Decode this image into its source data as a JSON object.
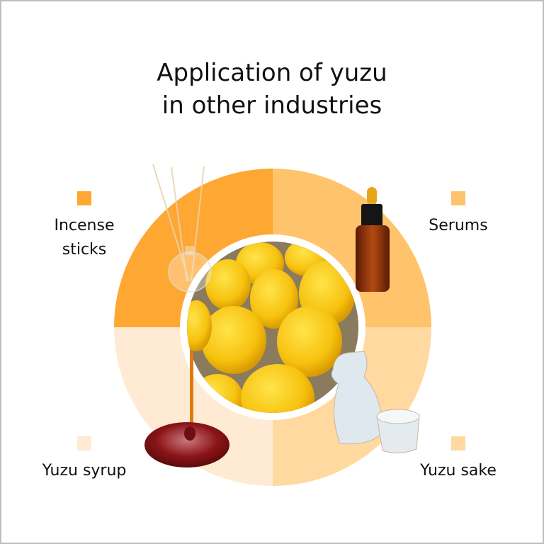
{
  "title": {
    "line1": "Application of yuzu",
    "line2": "in other industries"
  },
  "categories": [
    {
      "id": "incense",
      "label_line1": "Incense",
      "label_line2": "sticks",
      "color": "#FFA733",
      "image": "reed-diffuser-icon"
    },
    {
      "id": "serums",
      "label_line1": "Serums",
      "label_line2": "",
      "color": "#FFC36B",
      "image": "serum-bottle-icon"
    },
    {
      "id": "syrup",
      "label_line1": "Yuzu syrup",
      "label_line2": "",
      "color": "#FFEBD3",
      "image": "syrup-drip-icon"
    },
    {
      "id": "sake",
      "label_line1": "Yuzu sake",
      "label_line2": "",
      "color": "#FFD9A0",
      "image": "sake-set-icon"
    }
  ],
  "center_image": "yuzu-fruits-photo"
}
